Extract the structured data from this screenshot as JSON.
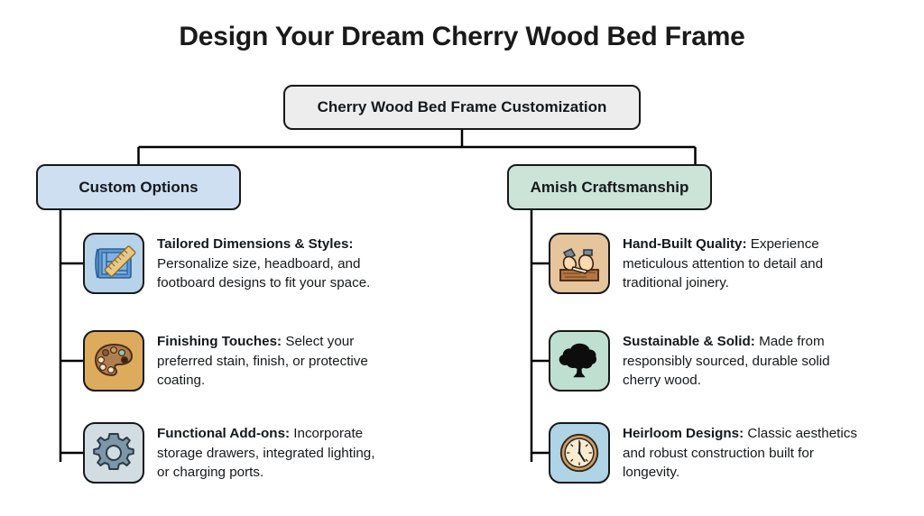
{
  "header": {
    "title": "Design Your Dream Cherry Wood Bed Frame"
  },
  "diagram": {
    "type": "tree",
    "root": {
      "label": "Cherry Wood Bed Frame Customization",
      "fill": "#ededed",
      "stroke": "#16181a"
    },
    "branches": [
      {
        "label": "Custom Options",
        "fill": "#cddff0",
        "side": "left",
        "items": [
          {
            "icon": "blueprint-ruler-icon",
            "icon_fill": "#b7d3ea",
            "title": "Tailored Dimensions & Styles:",
            "body": " Personalize size, headboard, and footboard designs to fit your space."
          },
          {
            "icon": "paint-palette-icon",
            "icon_fill": "#ddab5c",
            "title": "Finishing Touches:",
            "body": " Select your preferred stain, finish, or protective coating."
          },
          {
            "icon": "gear-icon",
            "icon_fill": "#d2dde1",
            "title": "Functional Add-ons:",
            "body": " Incorporate storage drawers, integrated lighting, or charging ports."
          }
        ]
      },
      {
        "label": "Amish Craftsmanship",
        "fill": "#cce3d8",
        "side": "right",
        "items": [
          {
            "icon": "hand-tools-woodworking-icon",
            "icon_fill": "#e6c49c",
            "title": "Hand-Built Quality:",
            "body": " Experience meticulous attention to detail and traditional joinery."
          },
          {
            "icon": "tree-icon",
            "icon_fill": "#bfe0d0",
            "title": "Sustainable & Solid:",
            "body": " Made from responsibly sourced, durable solid cherry wood."
          },
          {
            "icon": "clock-icon",
            "icon_fill": "#aed4e6",
            "title": "Heirloom Designs:",
            "body": " Classic aesthetics and robust construction built for longevity."
          }
        ]
      }
    ],
    "colors": {
      "connector": "#000000",
      "node_border": "#16181a",
      "text": "#15181b",
      "background": "#ffffff"
    }
  }
}
